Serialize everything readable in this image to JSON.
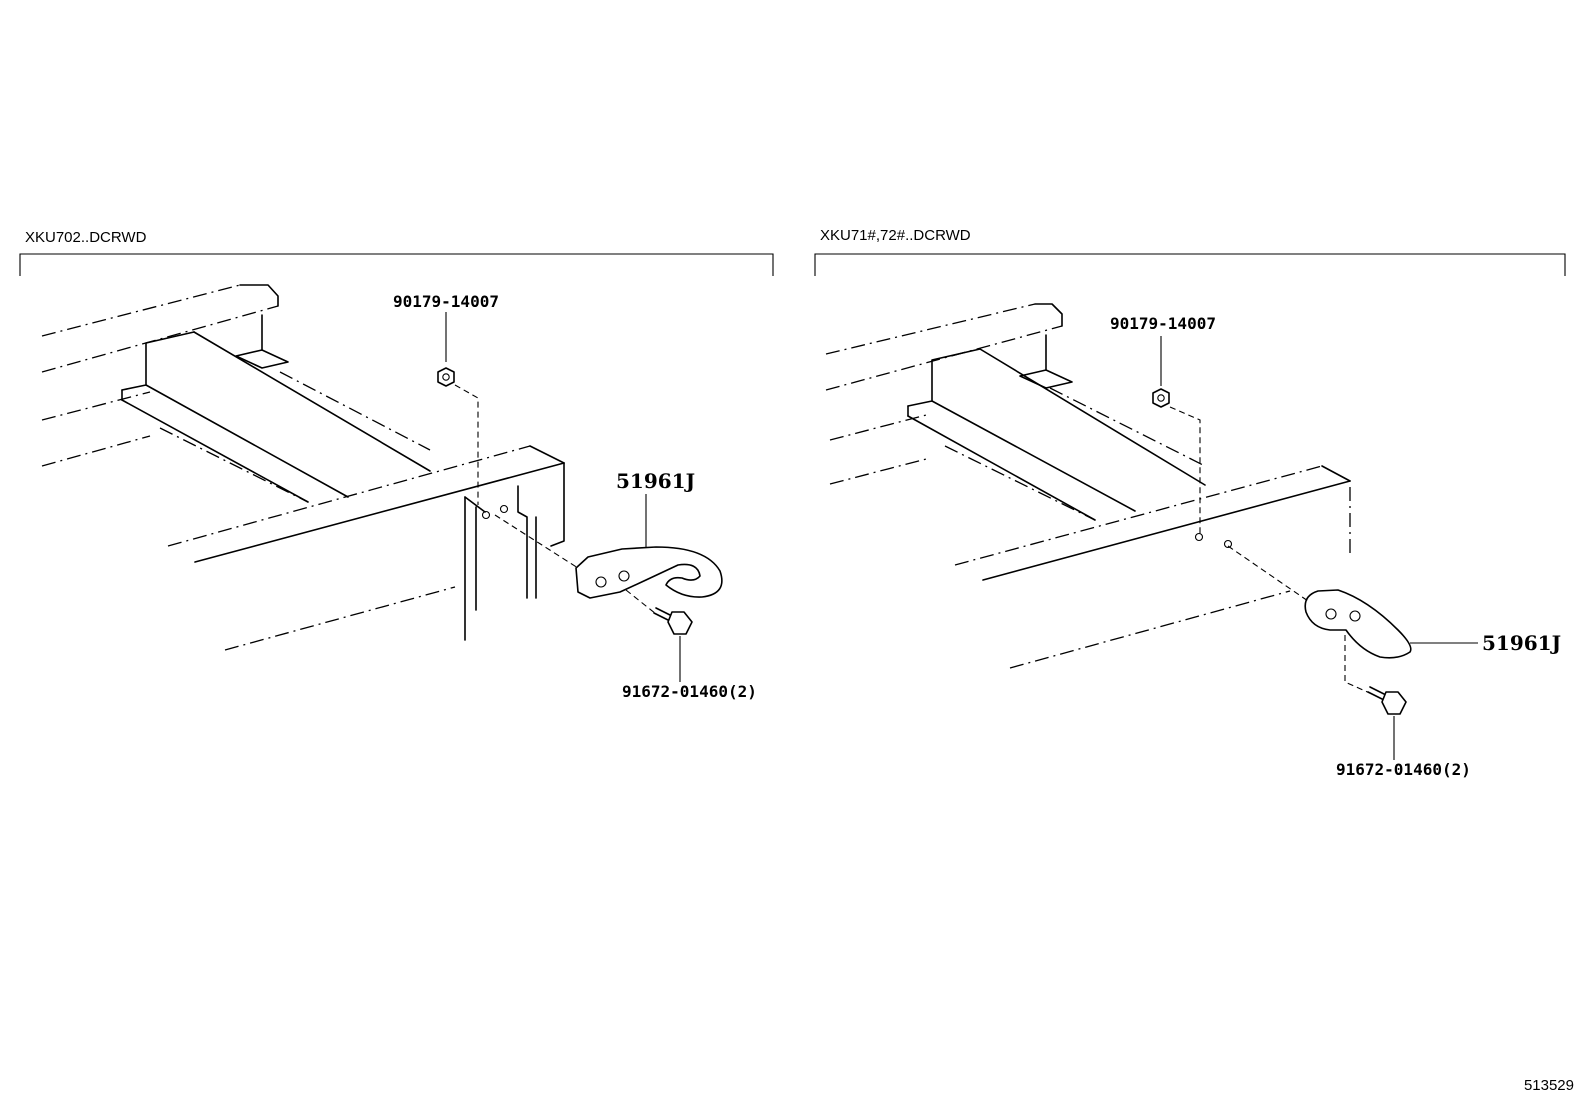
{
  "diagram": {
    "left_panel": {
      "header": "XKU702..DCRWD",
      "nut_part": "90179-14007",
      "hook_part": "51961J",
      "bolt_part": "91672-01460(2)"
    },
    "right_panel": {
      "header": "XKU71#,72#..DCRWD",
      "nut_part": "90179-14007",
      "hook_part": "51961J",
      "bolt_part": "91672-01460(2)"
    },
    "reference_number": "513529"
  }
}
